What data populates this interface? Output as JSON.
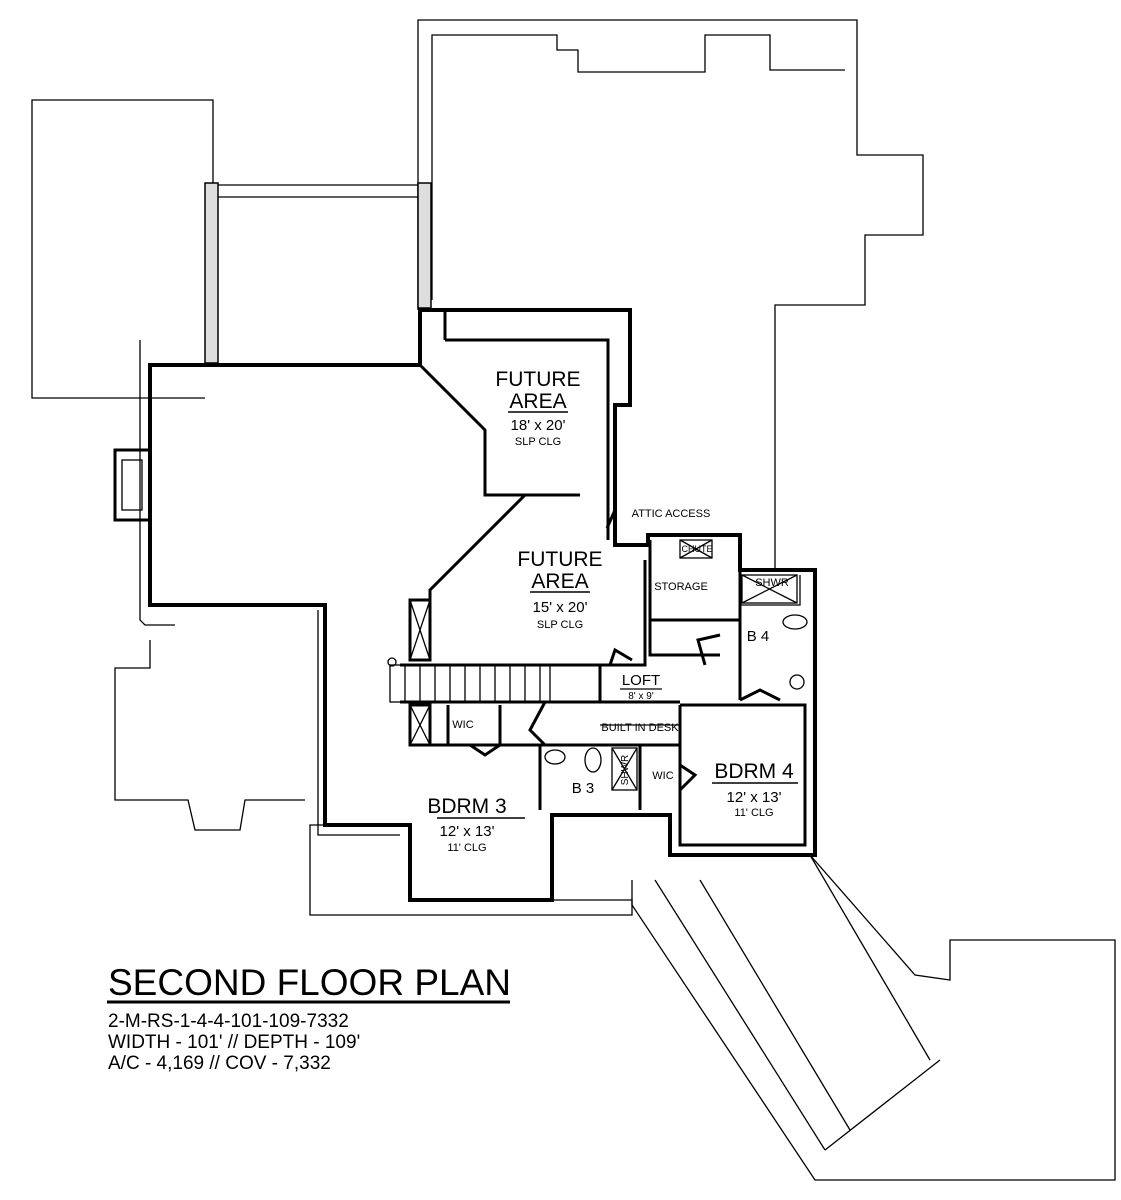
{
  "title": "SECOND FLOOR PLAN",
  "plan_code": "2-M-RS-1-4-4-101-109-7332",
  "dimensions": "WIDTH - 101' // DEPTH - 109'",
  "areas": "A/C - 4,169 // COV - 7,332",
  "rooms": {
    "future_area_1": {
      "name1": "FUTURE",
      "name2": "AREA",
      "size": "18' x 20'",
      "ceiling": "SLP CLG"
    },
    "future_area_2": {
      "name1": "FUTURE",
      "name2": "AREA",
      "size": "15' x 20'",
      "ceiling": "SLP CLG"
    },
    "attic_access": "ATTIC ACCESS",
    "chute": "CHUTE",
    "storage": "STORAGE",
    "shower_b4": "SHWR",
    "b4": "B 4",
    "loft": {
      "name": "LOFT",
      "size": "8' x 9'"
    },
    "built_in_desk": "BUILT IN DESK",
    "wic_1": "WIC",
    "wic_2": "WIC",
    "b3": "B 3",
    "shower_b3": "SHWR",
    "bdrm3": {
      "name": "BDRM 3",
      "size": "12' x 13'",
      "ceiling": "11' CLG"
    },
    "bdrm4": {
      "name": "BDRM 4",
      "size": "12' x 13'",
      "ceiling": "11' CLG"
    }
  }
}
